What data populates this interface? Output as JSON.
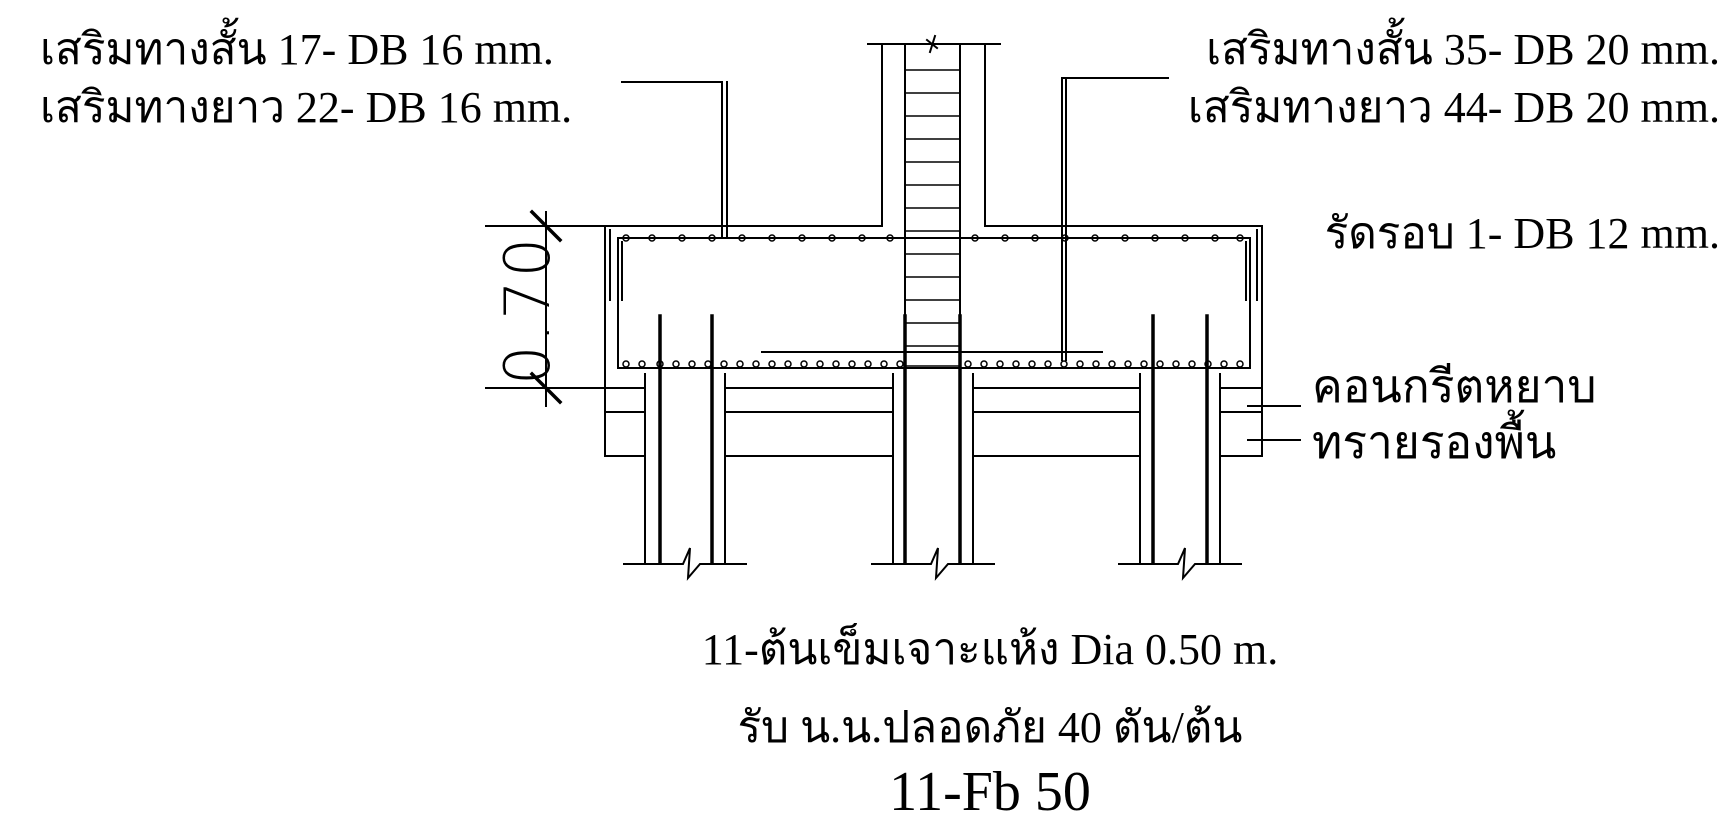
{
  "labels": {
    "short_direction_rebar_left": "เสริมทางสั้น 17- DB 16 mm.",
    "long_direction_rebar_left": "เสริมทางยาว 22- DB 16 mm.",
    "short_direction_rebar_right": "เสริมทางสั้น 35- DB 20 mm.",
    "long_direction_rebar_right": "เสริมทางยาว 44- DB 20 mm.",
    "tie_bar": "รัดรอบ 1- DB 12 mm.",
    "lean_concrete": "คอนกรีตหยาบ",
    "sand_base": "ทรายรองพื้น",
    "pile_spec": "11-ต้นเข็มเจาะแห้ง Dia 0.50 m.",
    "safe_load": "รับ น.น.ปลอดภัย 40 ตัน/ต้น",
    "footing_code": "11-Fb 50"
  },
  "dimension": {
    "footing_thickness": "0.70"
  },
  "colors": {
    "ink": "#000000",
    "paper": "#ffffff"
  }
}
